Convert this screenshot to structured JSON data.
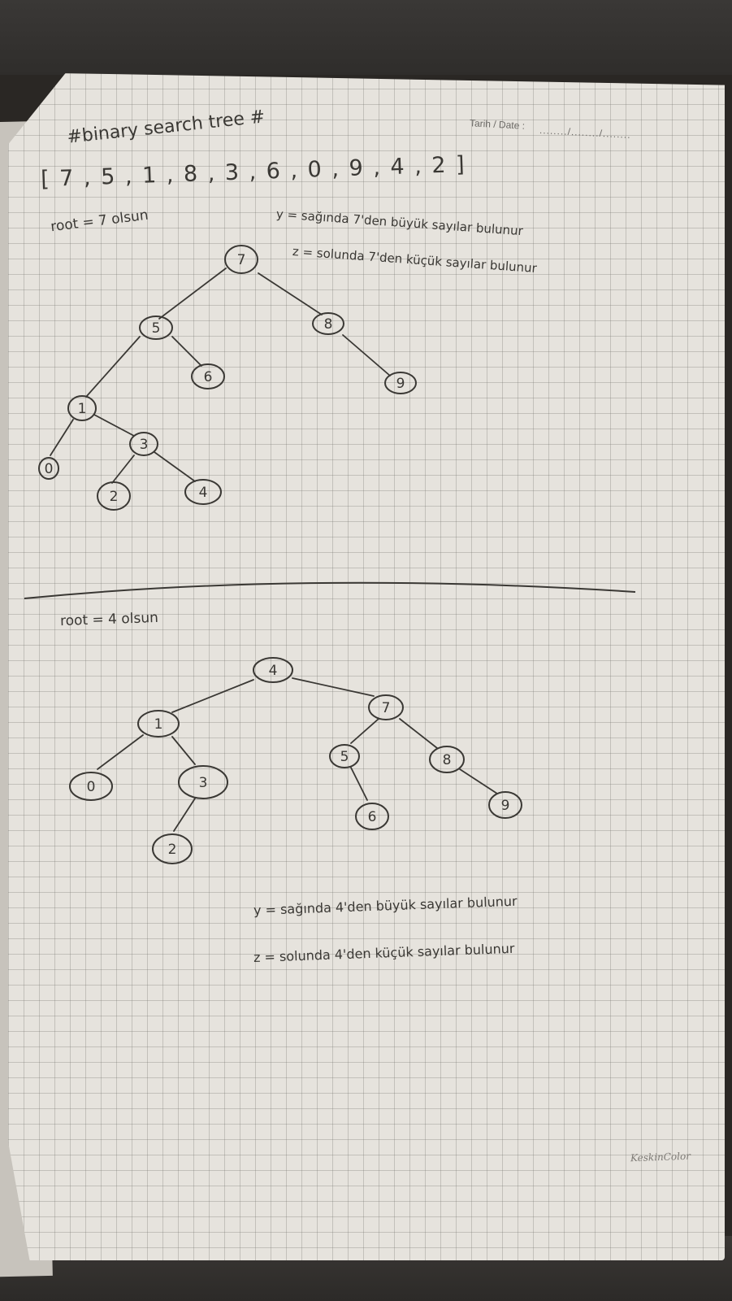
{
  "notebook": {
    "date_label": "Tarih / Date :",
    "date_blank": "......../......../........",
    "brand": "KeskinColor"
  },
  "notes": {
    "title": "#binary search tree #",
    "sequence": "[ 7 , 5 , 1 , 8 , 3 , 6 , 0 , 9 , 4 , 2 ]",
    "section1": {
      "root_line": "root = 7 olsun",
      "y_line": "y = sağında 7'den büyük sayılar bulunur",
      "z_line": "z = solunda 7'den küçük sayılar bulunur"
    },
    "section2": {
      "root_line": "root = 4 olsun",
      "y_line": "y = sağında 4'den büyük sayılar bulunur",
      "z_line": "z = solunda 4'den küçük sayılar bulunur"
    }
  },
  "tree1": {
    "nodes": [
      "7",
      "5",
      "8",
      "6",
      "9",
      "1",
      "3",
      "0",
      "2",
      "4"
    ]
  },
  "tree2": {
    "nodes": [
      "4",
      "1",
      "7",
      "0",
      "3",
      "5",
      "8",
      "2",
      "6",
      "9"
    ]
  }
}
